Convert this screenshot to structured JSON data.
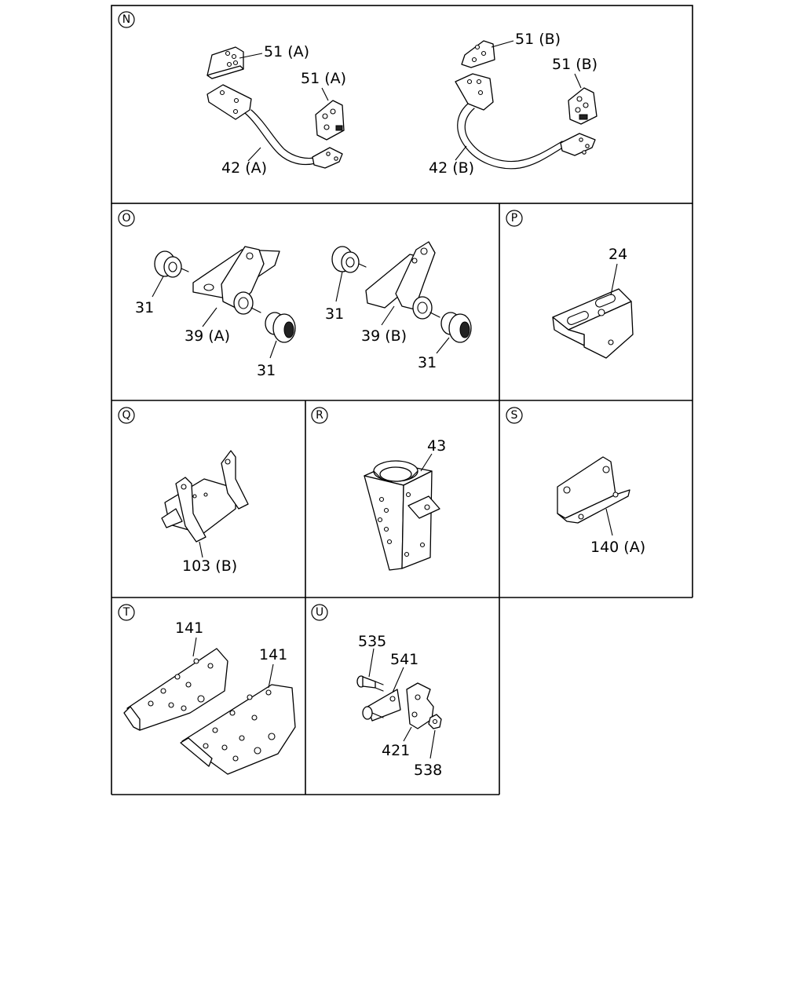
{
  "sections": {
    "N": {
      "letter": "N",
      "labels": [
        "51 (A)",
        "51 (A)",
        "42 (A)",
        "51 (B)",
        "51 (B)",
        "42 (B)"
      ]
    },
    "O": {
      "letter": "O",
      "labels": [
        "31",
        "39 (A)",
        "31",
        "31",
        "39 (B)",
        "31"
      ]
    },
    "P": {
      "letter": "P",
      "labels": [
        "24"
      ]
    },
    "Q": {
      "letter": "Q",
      "labels": [
        "103 (B)"
      ]
    },
    "R": {
      "letter": "R",
      "labels": [
        "43"
      ]
    },
    "S": {
      "letter": "S",
      "labels": [
        "140 (A)"
      ]
    },
    "T": {
      "letter": "T",
      "labels": [
        "141",
        "141"
      ]
    },
    "U": {
      "letter": "U",
      "labels": [
        "535",
        "541",
        "421",
        "538"
      ]
    }
  }
}
